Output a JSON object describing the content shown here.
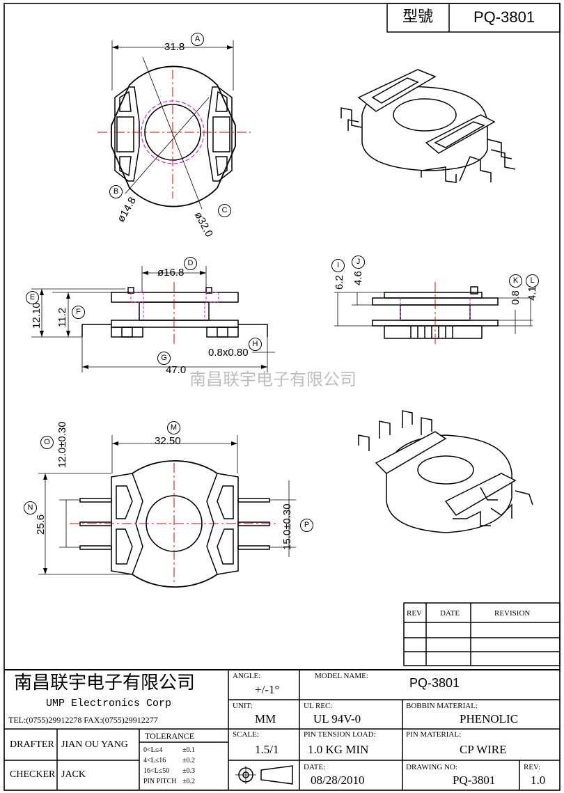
{
  "title_block": {
    "model_label": "型號",
    "model_value": "PQ-3801"
  },
  "watermark": "南昌联宇电子有限公司",
  "views": {
    "top": {
      "markers": {
        "A": "A",
        "B": "B",
        "C": "C"
      },
      "dims": {
        "width": "31.8",
        "inner_dia": "ø14.8",
        "outer_dia": "ø32.0"
      }
    },
    "side": {
      "markers": {
        "D": "D",
        "E": "E",
        "F": "F",
        "G": "G",
        "H": "H"
      },
      "dims": {
        "d_inner": "ø16.8",
        "e_height": "12.10",
        "f_height": "11.2",
        "g_length": "47.0",
        "h_pin": "0.8x0.80"
      }
    },
    "end": {
      "markers": {
        "I": "I",
        "J": "J",
        "K": "K",
        "L": "L"
      },
      "dims": {
        "i": "6.2",
        "j": "4.6",
        "k": "0.8",
        "l": "4.1"
      }
    },
    "bottom": {
      "markers": {
        "M": "M",
        "N": "N",
        "O": "O",
        "P": "P"
      },
      "dims": {
        "m": "32.50",
        "n": "25.6",
        "o": "12.0±0.30",
        "p": "15.0±0.30"
      }
    }
  },
  "revision_table": {
    "headers": [
      "REV",
      "DATE",
      "REVISION"
    ]
  },
  "company": {
    "name_cn": "南昌联宇电子有限公司",
    "name_en": "UMP   Electronics   Corp",
    "contact": "TEL:(0755)29912278 FAX:(0755)29912277"
  },
  "fields": {
    "angle_label": "ANGLE:",
    "angle_value": "+/-1°",
    "unit_label": "UNIT:",
    "unit_value": "MM",
    "scale_label": "SCALE:",
    "scale_value": "1.5/1",
    "model_name_label": "MODEL NAME:",
    "model_name_value": "PQ-3801",
    "ul_label": "UL REC:",
    "ul_value": "UL 94V-0",
    "bobbin_label": "BOBBIN MATERIAL:",
    "bobbin_value": "PHENOLIC",
    "pin_tension_label": "PIN TENSION LOAD:",
    "pin_tension_value": "1.0  KG MIN",
    "pin_material_label": "PIN MATERIAL:",
    "pin_material_value": "CP  WIRE",
    "date_label": "DATE:",
    "date_value": "08/28/2010",
    "drawing_no_label": "DRAWING NO:",
    "drawing_no_value": "PQ-3801",
    "rev_label": "REV:",
    "rev_value": "1.0",
    "drafter_label": "DRAFTER",
    "drafter_value": "JIAN OU YANG",
    "checker_label": "CHECKER",
    "checker_value": "JACK",
    "tolerance_label": "TOLERANCE",
    "tol_rows": [
      {
        "range": "0<L≤4",
        "tol": "±0.1"
      },
      {
        "range": "4<L≤16",
        "tol": "±0.2"
      },
      {
        "range": "16<L≤50",
        "tol": "±0.3"
      },
      {
        "range": "PIN PITCH",
        "tol": "±0.2"
      }
    ]
  }
}
